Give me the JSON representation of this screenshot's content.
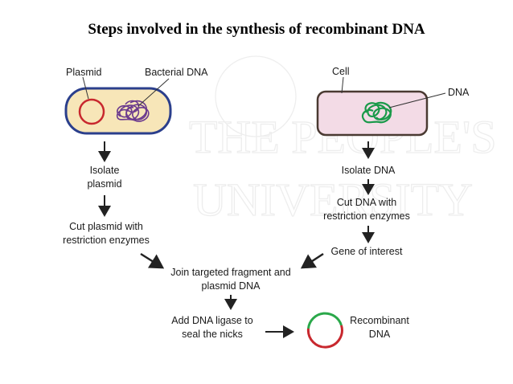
{
  "title": "Steps involved in the synthesis of recombinant DNA",
  "watermark": {
    "line1": "THE PEOPLE'S",
    "line2": "UNIVERSITY"
  },
  "labels": {
    "plasmid": "Plasmid",
    "bacterial_dna": "Bacterial DNA",
    "cell": "Cell",
    "dna": "DNA",
    "isolate_plasmid": [
      "Isolate",
      "plasmid"
    ],
    "cut_plasmid": [
      "Cut plasmid with",
      "restriction enzymes"
    ],
    "isolate_dna": "Isolate DNA",
    "cut_dna": [
      "Cut DNA with",
      "restriction enzymes"
    ],
    "gene_of_interest": "Gene of interest",
    "join": [
      "Join targeted fragment and",
      "plasmid DNA"
    ],
    "add_ligase": [
      "Add DNA ligase to",
      "seal the nicks"
    ],
    "recombinant": [
      "Recombinant",
      "DNA"
    ]
  },
  "colors": {
    "bacterium_fill": "#f7e6b8",
    "bacterium_border": "#2b3f8c",
    "plasmid_ring": "#c8282e",
    "bacterial_dna": "#6b3a8e",
    "cell_fill": "#f3dbe6",
    "cell_border": "#4a3a32",
    "cell_dna": "#1a9a4a",
    "recombinant_green": "#2aa84a",
    "recombinant_red": "#c8282e",
    "arrow": "#222222"
  }
}
